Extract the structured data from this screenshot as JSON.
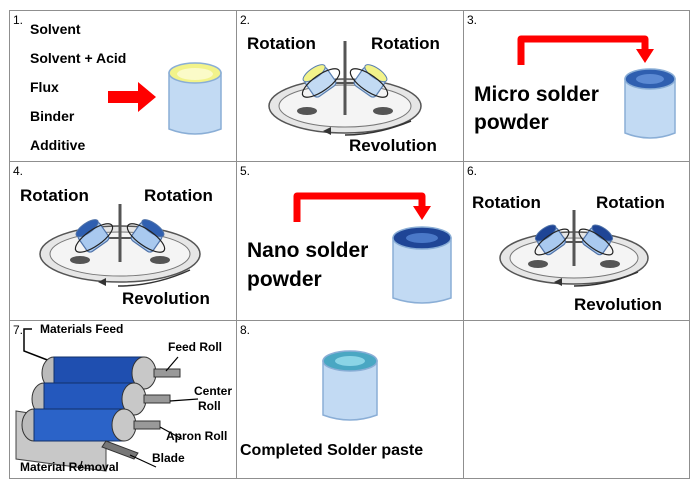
{
  "steps": [
    {
      "num": "1.",
      "ingredients": [
        "Solvent",
        "Solvent + Acid",
        "Flux",
        "Binder",
        "Additive"
      ]
    },
    {
      "num": "2.",
      "rotation_left": "Rotation",
      "rotation_right": "Rotation",
      "revolution": "Revolution"
    },
    {
      "num": "3.",
      "label_line1": "Micro solder",
      "label_line2": "powder"
    },
    {
      "num": "4.",
      "rotation_left": "Rotation",
      "rotation_right": "Rotation",
      "revolution": "Revolution"
    },
    {
      "num": "5.",
      "label_line1": "Nano solder",
      "label_line2": "powder"
    },
    {
      "num": "6.",
      "rotation_left": "Rotation",
      "rotation_right": "Rotation",
      "revolution": "Revolution"
    },
    {
      "num": "7.",
      "materials_feed": "Materials Feed",
      "feed_roll": "Feed Roll",
      "center_line1": "Center",
      "center_line2": "Roll",
      "apron_roll": "Apron Roll",
      "blade": "Blade",
      "material_removal": "Material Removal"
    },
    {
      "num": "8.",
      "completed": "Completed Solder paste"
    }
  ],
  "colors": {
    "arrow": "#ff0000",
    "cup_body": "#bcd6f2",
    "cup_rim": "#8db3dc",
    "yellow_fill": "#f3f48a",
    "blue_fill": "#2f5fb0",
    "teal_fill": "#4aa7c3",
    "roll_blue": "#1f4fb0"
  }
}
